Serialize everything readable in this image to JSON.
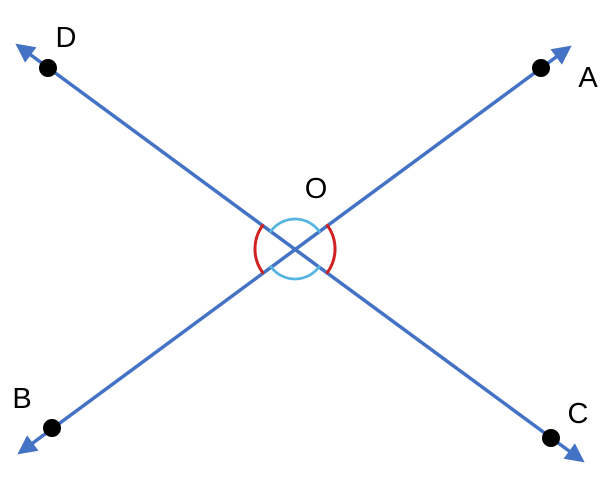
{
  "diagram": {
    "type": "two-intersecting-lines-vertical-angles",
    "points": {
      "a_label": "A",
      "b_label": "B",
      "c_label": "C",
      "d_label": "D",
      "o_label": "O"
    },
    "colors": {
      "line": "#4472C4",
      "dot": "#000000",
      "label": "#000000",
      "arc_red": "#D02020",
      "arc_blue": "#56B4E2",
      "background": "#FFFFFF"
    }
  }
}
